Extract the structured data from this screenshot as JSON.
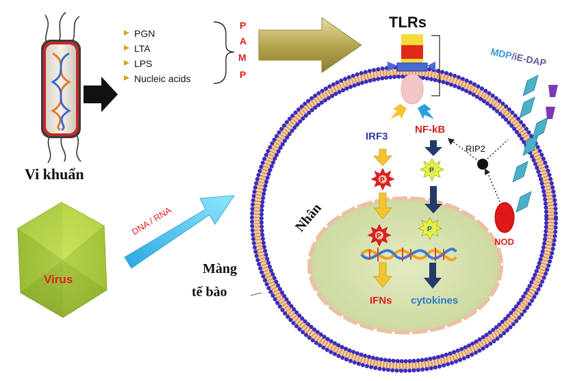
{
  "bacteria": {
    "label": "Vi khuẩn"
  },
  "pamp": {
    "items": [
      "PGN",
      "LTA",
      "LPS",
      "Nucleic acids"
    ],
    "letters": [
      "P",
      "A",
      "M",
      "P"
    ]
  },
  "tlr": {
    "title": "TLRs"
  },
  "nod_ligand": {
    "label_part1": "MDP",
    "label_part2": "/iE-DAP"
  },
  "pathways": {
    "irf3": "IRF3",
    "nfkb": "NF-kB",
    "rip2": "RIP2",
    "nod": "NOD",
    "p": "P"
  },
  "nucleus": {
    "label": "Nhân",
    "ifns": "IFNs",
    "cytokines": "cytokines"
  },
  "virus": {
    "label": "Virus",
    "arrow_label": "DNA / RNA"
  },
  "membrane": {
    "label_line1": "Màng",
    "label_line2": "tế bào"
  },
  "colors": {
    "membrane_head": "#3a2cc0",
    "membrane_tail": "#d98a4a",
    "nucleus_fill": "#d8e2b0",
    "nucleus_border": "#e8b89a",
    "pamp_red": "#e02020",
    "irf_blue": "#2f3aa0",
    "nfkb_red": "#d02020",
    "ifn_red": "#e02020",
    "cytokine_blue": "#2a7ac8",
    "arrow_gold": "#f3c430",
    "arrow_navy": "#243a6a"
  }
}
